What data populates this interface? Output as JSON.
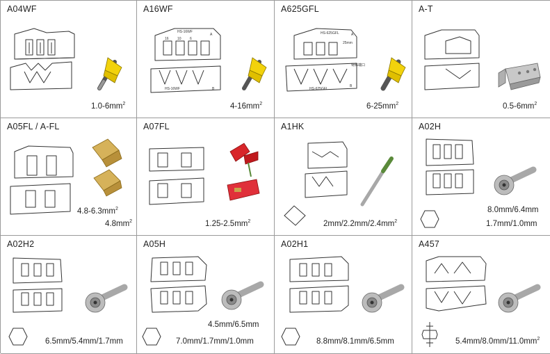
{
  "cells": [
    {
      "code": "A04WF",
      "sizes": [
        "1.0-6mm"
      ],
      "sup": [
        true
      ],
      "product": "ferrule-yellow"
    },
    {
      "code": "A16WF",
      "sizes": [
        "4-16mm"
      ],
      "sup": [
        true
      ],
      "product": "ferrule-yellow",
      "die_text": [
        "HS-16WF",
        "A",
        "16",
        "10",
        "6",
        "HS-16WF",
        "B"
      ]
    },
    {
      "code": "A625GFL",
      "sizes": [
        "6-25mm"
      ],
      "sup": [
        true
      ],
      "product": "ferrule-yellow",
      "die_text": [
        "HS-625GFL",
        "A",
        "25mm",
        "特殊端口",
        "HS-625GFL",
        "B"
      ]
    },
    {
      "code": "A-T",
      "sizes": [
        "0.5-6mm"
      ],
      "sup": [
        true
      ],
      "product": "tube-terminal"
    },
    {
      "code": "A05FL / A-FL",
      "sizes": [
        "4.8-6.3mm",
        "4.8mm"
      ],
      "sup": [
        true,
        true
      ],
      "product": "female-spade"
    },
    {
      "code": "A07FL",
      "sizes": [
        "1.25-2.5mm"
      ],
      "sup": [
        true
      ],
      "product": "insulated-spade-red"
    },
    {
      "code": "A1HK",
      "sizes": [
        "2mm/2.2mm/2.4mm"
      ],
      "sup": [
        true
      ],
      "product": "pin-contact"
    },
    {
      "code": "A02H",
      "sizes": [
        "8.0mm/6.4mm",
        "1.7mm/1.0mm"
      ],
      "sup": [
        false,
        false
      ],
      "product": "bnc-connector"
    },
    {
      "code": "A02H2",
      "sizes": [
        "6.5mm/5.4mm/1.7mm"
      ],
      "sup": [
        false
      ],
      "product": "bnc-connector"
    },
    {
      "code": "A05H",
      "sizes": [
        "4.5mm/6.5mm",
        "7.0mm/1.7mm/1.0mm"
      ],
      "sup": [
        false,
        false
      ],
      "product": "bnc-connector"
    },
    {
      "code": "A02H1",
      "sizes": [
        "8.8mm/8.1mm/6.5mm"
      ],
      "sup": [
        false
      ],
      "product": "bnc-connector"
    },
    {
      "code": "A457",
      "sizes": [
        "5.4mm/8.0mm/11.0mm"
      ],
      "sup": [
        true
      ],
      "product": "bnc-connector"
    }
  ],
  "colors": {
    "ferrule": "#f2d20c",
    "ferrule_shadow": "#b79a00",
    "metal": "#a8a8a8",
    "brass": "#c9a24a",
    "red": "#d8262a",
    "green": "#5a8a3a",
    "grid": "#9a9a9a"
  },
  "icons": [
    "crimp-die-icon",
    "ferrule-icon",
    "tube-terminal-icon",
    "spade-terminal-icon",
    "pin-contact-icon",
    "bnc-connector-icon",
    "hex-profile-icon",
    "square-profile-icon"
  ]
}
